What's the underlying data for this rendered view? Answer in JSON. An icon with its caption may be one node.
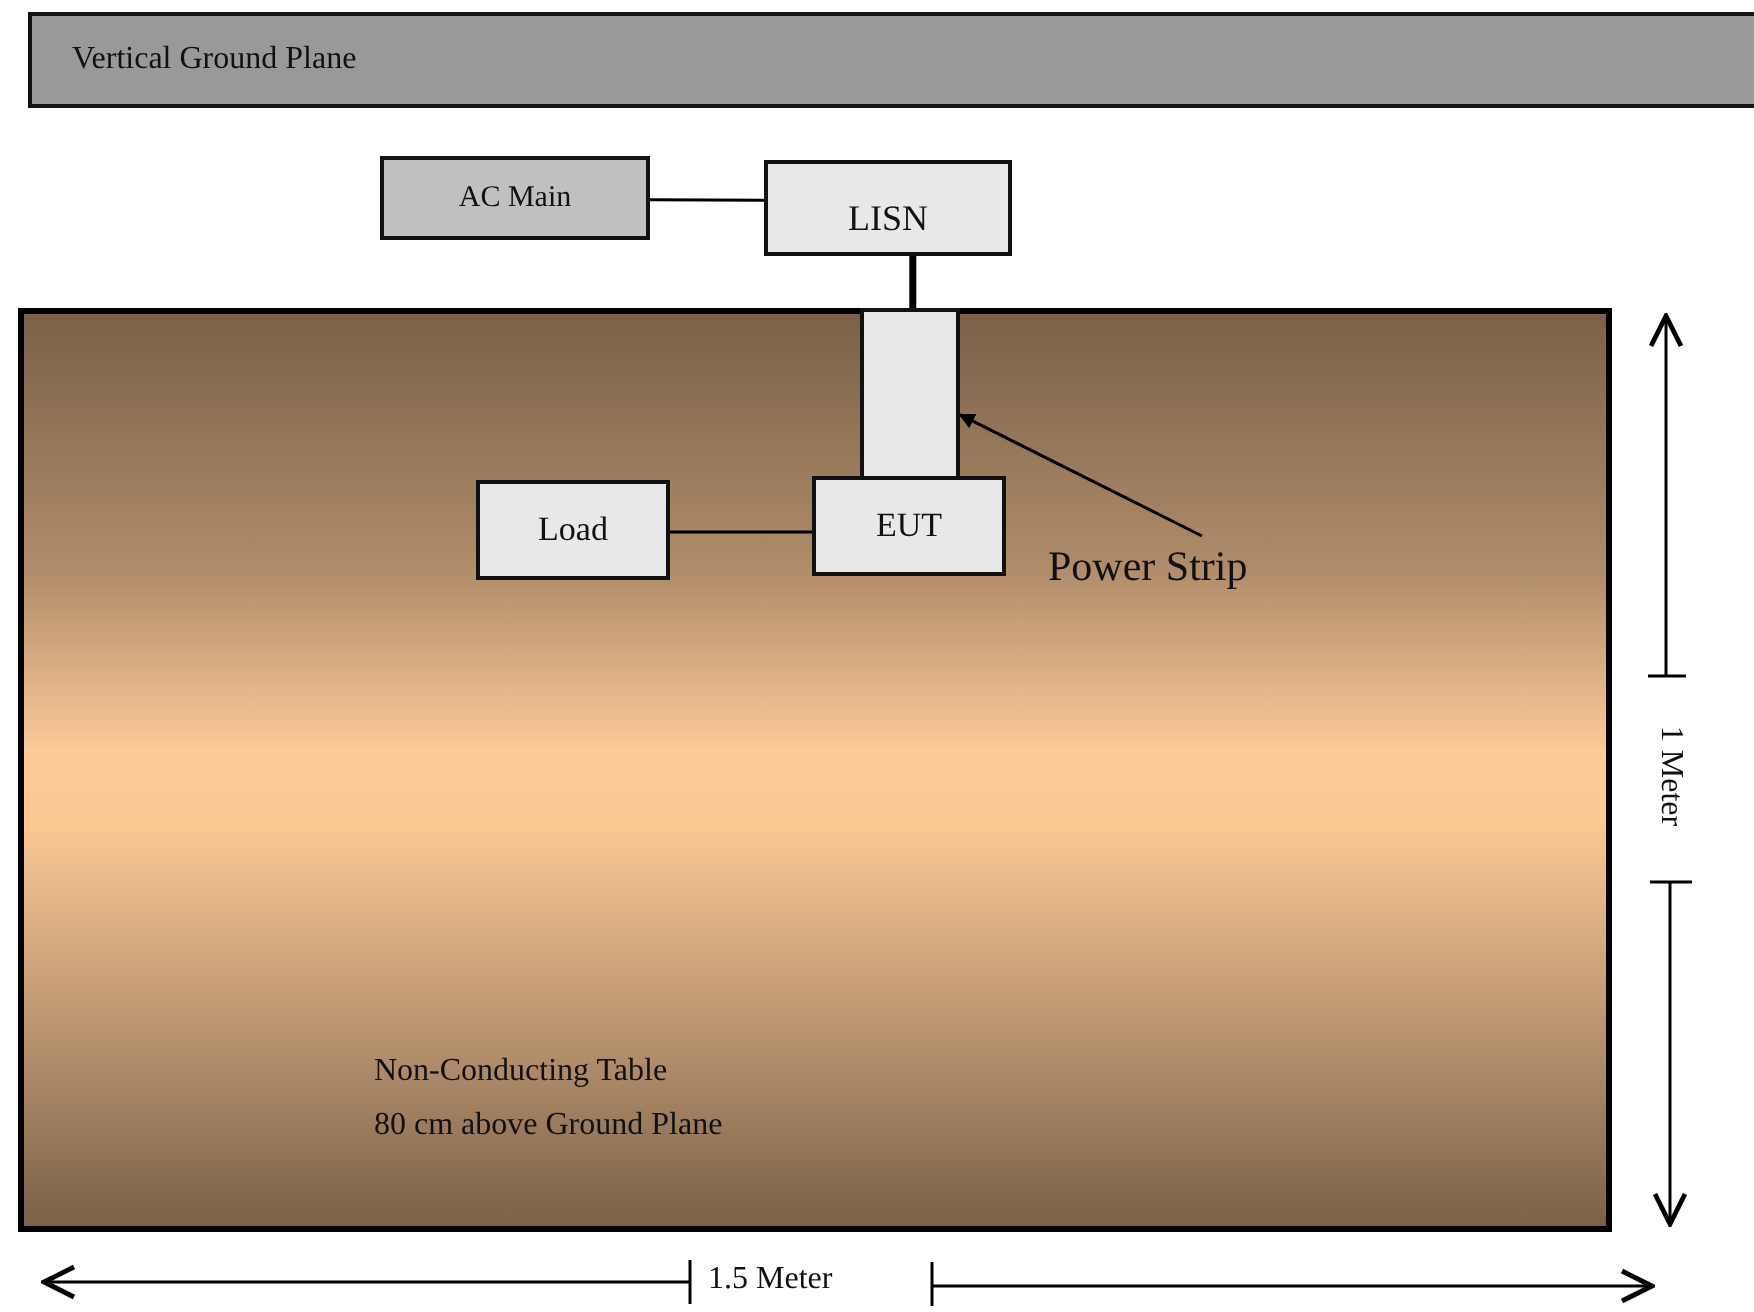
{
  "diagram": {
    "nodes": [
      {
        "text": [
          "Vertical Ground Plane"
        ]
      },
      {
        "text": [
          "AC Main"
        ]
      },
      {
        "text": [
          "LISN"
        ]
      },
      {
        "text": [
          "Non-Conducting Table",
          "80 cm above Ground Plane"
        ]
      },
      {
        "text": [],
        "shape": "box",
        "in": 3
      },
      {
        "text": [
          "Load"
        ],
        "in": 3
      },
      {
        "text": [
          "EUT"
        ],
        "in": 3
      },
      {
        "text": [
          "Power Strip"
        ],
        "in": 3
      }
    ],
    "edges": [
      {
        "from": 1,
        "to": 2,
        "arrow": "none"
      },
      {
        "from": 2,
        "to": 4,
        "arrow": "none",
        "style": "thick"
      },
      {
        "from": 5,
        "to": 6,
        "arrow": "none"
      },
      {
        "from": 7,
        "to": 4,
        "arrow": "to"
      }
    ],
    "labels": [
      "1 Meter",
      "1.5 Meter"
    ]
  }
}
